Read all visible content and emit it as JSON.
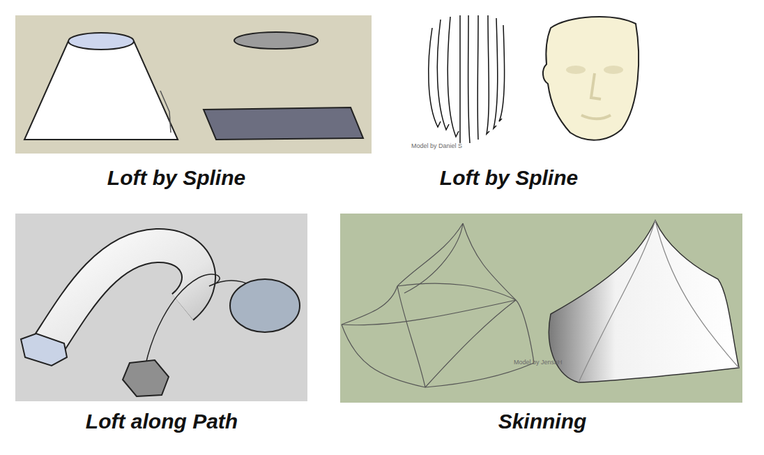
{
  "diagram": {
    "labels": [
      "Loft by Spline",
      "Model by Daniel S",
      "Loft by Spline",
      "Loft along Path",
      "Model by JensaH",
      "Skinning"
    ]
  }
}
